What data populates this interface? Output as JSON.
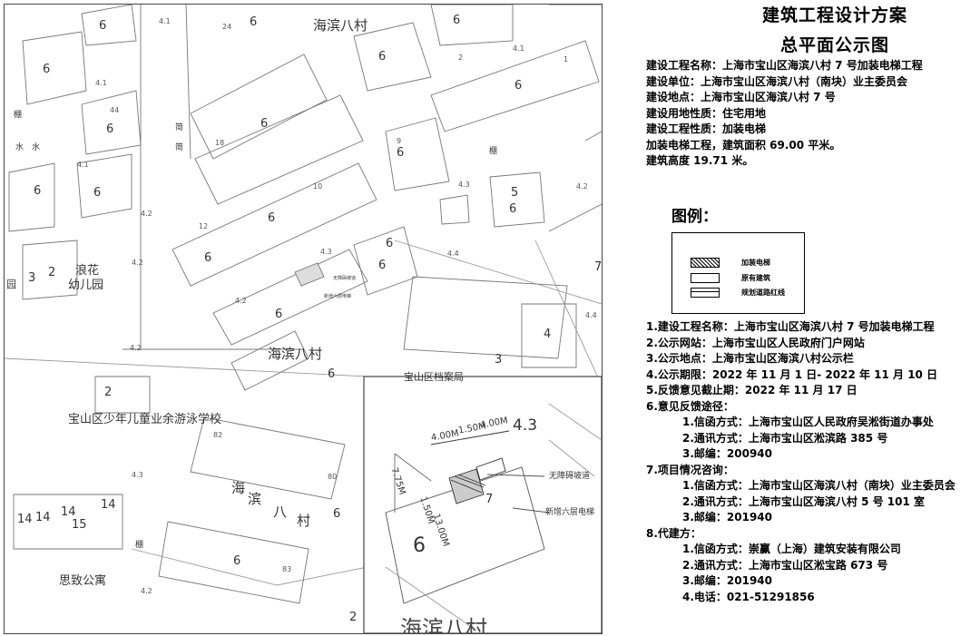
{
  "title": "建筑工程设计方案",
  "subtitle": "总平面公示图",
  "info_lines": [
    "建设工程名称：上海市宝山区海滨八村 7 号加装电梯工程",
    "建设单位：上海市宝山区海滨八村（南块）业主委员会",
    "建设地点：上海市宝山区海滨八村 7 号",
    "建设用地性质：住宅用地",
    "建设工程性质：加装电梯",
    "加装电梯工程，建筑面积 69.00 平米。",
    "建筑高度 19.71 米。"
  ],
  "legend": {
    "title": "图例：",
    "items": [
      {
        "label": "加装电梯",
        "pattern": "hatch"
      },
      {
        "label": "原有建筑",
        "pattern": "plain"
      },
      {
        "label": "规划道路红线",
        "pattern": "double-line"
      }
    ]
  },
  "notes": [
    {
      "text": "1.建设工程名称：上海市宝山区海滨八村 7 号加装电梯工程",
      "indent": false
    },
    {
      "text": "2.公示网站：上海市宝山区人民政府门户网站",
      "indent": false
    },
    {
      "text": "3.公示地点：上海市宝山区海滨八村公示栏",
      "indent": false
    },
    {
      "text": "4.公示期限：2022 年 11 月 1 日- 2022 年 11 月 10 日",
      "indent": false
    },
    {
      "text": "5.反馈意见截止期：2022 年 11 月 17 日",
      "indent": false
    },
    {
      "text": "6.意见反馈途径：",
      "indent": false
    },
    {
      "text": "1.信函方式：上海市宝山区人民政府吴淞街道办事处",
      "indent": true
    },
    {
      "text": "2.通讯方式：上海市宝山区淞滨路 385 号",
      "indent": true
    },
    {
      "text": "3.邮编：200940",
      "indent": true
    },
    {
      "text": "7.项目情况咨询：",
      "indent": false
    },
    {
      "text": "1.信函方式：上海市宝山区海滨八村（南块）业主委员会",
      "indent": true
    },
    {
      "text": "2.通讯方式：上海市宝山区海滨八村 5 号 101 室",
      "indent": true
    },
    {
      "text": "3.邮编：201940",
      "indent": true
    },
    {
      "text": "8.代建方：",
      "indent": false
    },
    {
      "text": "1.信函方式：崇赢（上海）建筑安装有限公司",
      "indent": true
    },
    {
      "text": "2.通讯方式：上海市宝山区淞宝路 673 号",
      "indent": true
    },
    {
      "text": "3.邮编：201940",
      "indent": true
    },
    {
      "text": "4.电话：021-51291856",
      "indent": true
    }
  ],
  "map": {
    "village_name": "海滨八村",
    "kindergarten_line1": "浪花",
    "kindergarten_line2": "幼儿园",
    "school": "宝山区少年儿童业余游泳学校",
    "apartment": "思致公寓",
    "archive": "宝山区档案局",
    "road_char_1": "海",
    "road_char_2": "滨",
    "road_char_3": "八",
    "road_char_4": "村",
    "elevator_note": "新增六层电梯",
    "ramp_note": "无障碍坡道",
    "elevation_main": "4.3",
    "dim_top": "4.00M",
    "dim_mid": "1.50M",
    "dim_right": "4.00M",
    "dim_left": "7.75M",
    "dim_left2": "1.50M",
    "dim_depth": "13.00M",
    "building_storey": "6",
    "building_no": "7",
    "elev_labels": [
      "4.1",
      "4.1",
      "4.1",
      "4.2",
      "4.2",
      "4.2",
      "4.2",
      "4.3",
      "4.3",
      "4.4",
      "4.4",
      "4.1",
      "4.2",
      "4.3",
      "4.2"
    ],
    "storey_labels": [
      "6",
      "6",
      "6",
      "6",
      "6",
      "6",
      "6",
      "6",
      "6",
      "6",
      "6",
      "6",
      "6",
      "6",
      "6",
      "6",
      "6",
      "6",
      "6",
      "6"
    ],
    "misc_labels": [
      "3",
      "2",
      "2",
      "4",
      "3",
      "5",
      "7",
      "15",
      "14",
      "14",
      "14",
      "14",
      "2"
    ],
    "bldg_nums": [
      "1",
      "2",
      "9",
      "10",
      "12",
      "18",
      "24",
      "44",
      "82",
      "83",
      "80"
    ],
    "side_chars": [
      "园",
      "棚",
      "水",
      "水",
      "简",
      "简",
      "棚",
      "棚"
    ]
  }
}
